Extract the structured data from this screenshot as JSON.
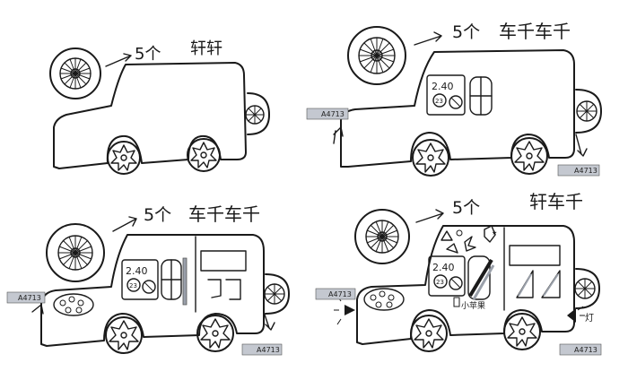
{
  "panels": [
    {
      "count": "5个",
      "word": "轩轩",
      "plate": "",
      "dial_text": "",
      "dial_small": "",
      "note": "",
      "lamp": ""
    },
    {
      "count": "5个",
      "word": "车千车千",
      "plate": "A4713",
      "dial_text": "2.40",
      "dial_small": "23",
      "note": "",
      "lamp": ""
    },
    {
      "count": "5个",
      "word": "车千车千",
      "plate": "A4713",
      "dial_text": "2.40",
      "dial_small": "23",
      "note": "",
      "lamp": ""
    },
    {
      "count": "5个",
      "word": "轩车千",
      "plate": "A4713",
      "dial_text": "2.40",
      "dial_small": "23",
      "note": "小苹果",
      "lamp": "灯"
    }
  ],
  "colors": {
    "ink": "#1a1a1a",
    "shade": "#9aa0aa"
  }
}
